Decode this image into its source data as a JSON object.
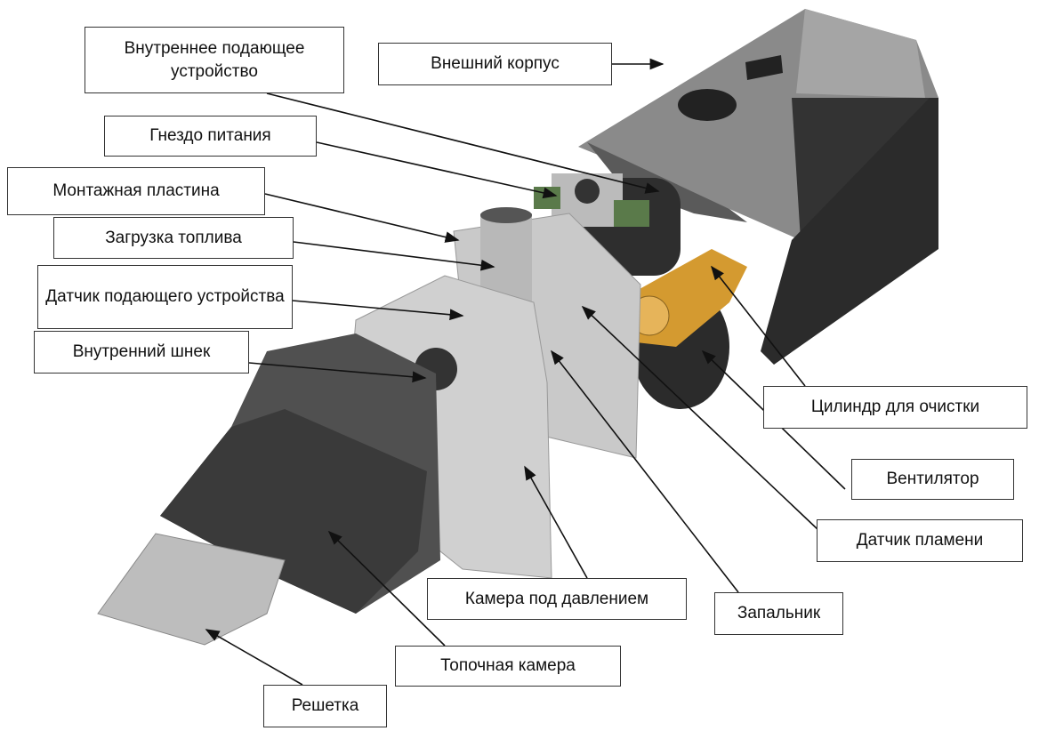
{
  "labels": {
    "inner_feeder": "Внутреннее подающее устройство",
    "outer_casing": "Внешний корпус",
    "power_socket": "Гнездо питания",
    "mounting_plate": "Монтажная пластина",
    "fuel_loading": "Загрузка топлива",
    "feeder_sensor": "Датчик подающего устройства",
    "inner_auger": "Внутренний шнек",
    "cleaning_cylinder": "Цилиндр для очистки",
    "fan": "Вентилятор",
    "flame_sensor": "Датчик пламени",
    "pressure_chamber": "Камера под давлением",
    "igniter": "Запальник",
    "combustion_chamber": "Топочная камера",
    "grate": "Решетка"
  }
}
